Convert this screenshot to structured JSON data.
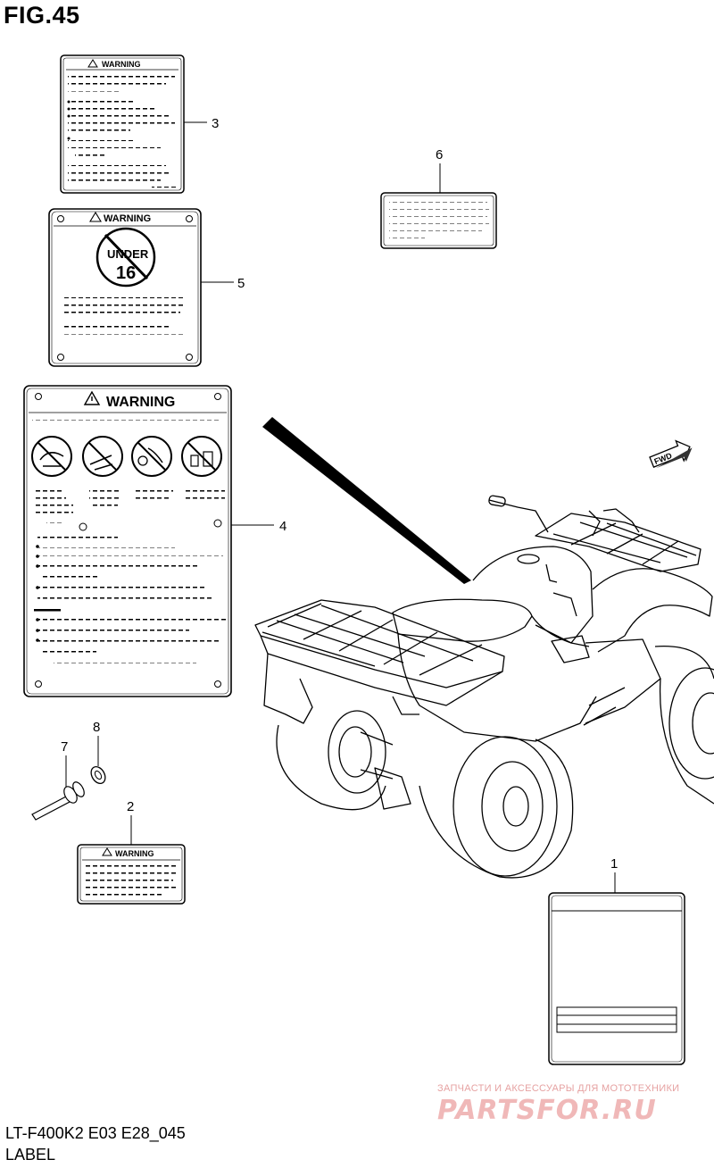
{
  "figure": {
    "title": "FIG.45",
    "model_code": "LT-F400K2 E03 E28_045",
    "section_name": "LABEL"
  },
  "labels": {
    "warning_word": "WARNING",
    "under_top": "UNDER",
    "under_age": "16",
    "fwd": "FWD"
  },
  "callouts": [
    {
      "ref": "1",
      "part": "label-1"
    },
    {
      "ref": "2",
      "part": "label-2"
    },
    {
      "ref": "3",
      "part": "label-3"
    },
    {
      "ref": "4",
      "part": "label-4"
    },
    {
      "ref": "5",
      "part": "label-5"
    },
    {
      "ref": "6",
      "part": "label-6"
    },
    {
      "ref": "7",
      "part": "rivet-7"
    },
    {
      "ref": "8",
      "part": "washer-8"
    }
  ],
  "watermark": {
    "tagline": "ЗАПЧАСТИ И АКСЕССУАРЫ ДЛЯ МОТОТЕХНИКИ",
    "logo": "PARTSFOR.RU"
  }
}
